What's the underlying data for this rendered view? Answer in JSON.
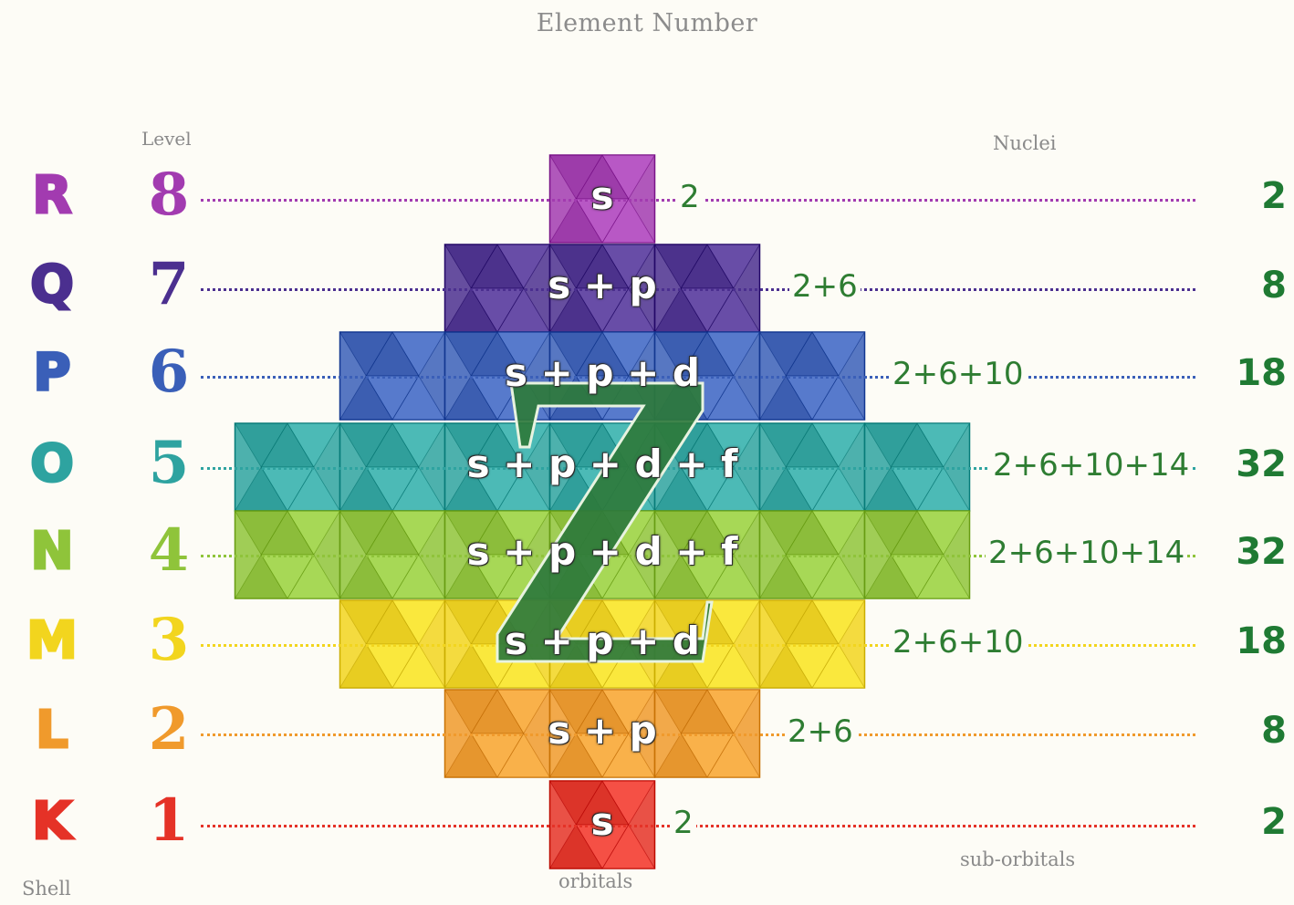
{
  "title": "Element Number",
  "headers": {
    "level": "Level",
    "nuclei": "Nuclei",
    "shell": "Shell",
    "orbitals": "orbitals",
    "sub_orbitals": "sub-orbitals"
  },
  "center_symbol": "Z",
  "rows": [
    {
      "shell": "R",
      "level": "8",
      "orbital": "s",
      "sub_orbitals": "2",
      "nuclei": "2",
      "color": "#a23bb0"
    },
    {
      "shell": "Q",
      "level": "7",
      "orbital": "s + p",
      "sub_orbitals": "2+6",
      "nuclei": "8",
      "color": "#4b2f8f"
    },
    {
      "shell": "P",
      "level": "6",
      "orbital": "s + p + d",
      "sub_orbitals": "2+6+10",
      "nuclei": "18",
      "color": "#3a5fb8"
    },
    {
      "shell": "O",
      "level": "5",
      "orbital": "s + p + d + f",
      "sub_orbitals": "2+6+10+14",
      "nuclei": "32",
      "color": "#2ea3a0"
    },
    {
      "shell": "N",
      "level": "4",
      "orbital": "s + p + d + f",
      "sub_orbitals": "2+6+10+14",
      "nuclei": "32",
      "color": "#8fc43a"
    },
    {
      "shell": "M",
      "level": "3",
      "orbital": "s + p + d",
      "sub_orbitals": "2+6+10",
      "nuclei": "18",
      "color": "#f2d51e"
    },
    {
      "shell": "L",
      "level": "2",
      "orbital": "s + p",
      "sub_orbitals": "2+6",
      "nuclei": "8",
      "color": "#f09a2c"
    },
    {
      "shell": "K",
      "level": "1",
      "orbital": "s",
      "sub_orbitals": "2",
      "nuclei": "2",
      "color": "#e53227"
    }
  ],
  "colors": {
    "background": "#fdfcf6",
    "nuclei_text": "#1f7a33",
    "sub_orbital_text": "#2e7d32",
    "z_fill": "#2e7a3c"
  }
}
